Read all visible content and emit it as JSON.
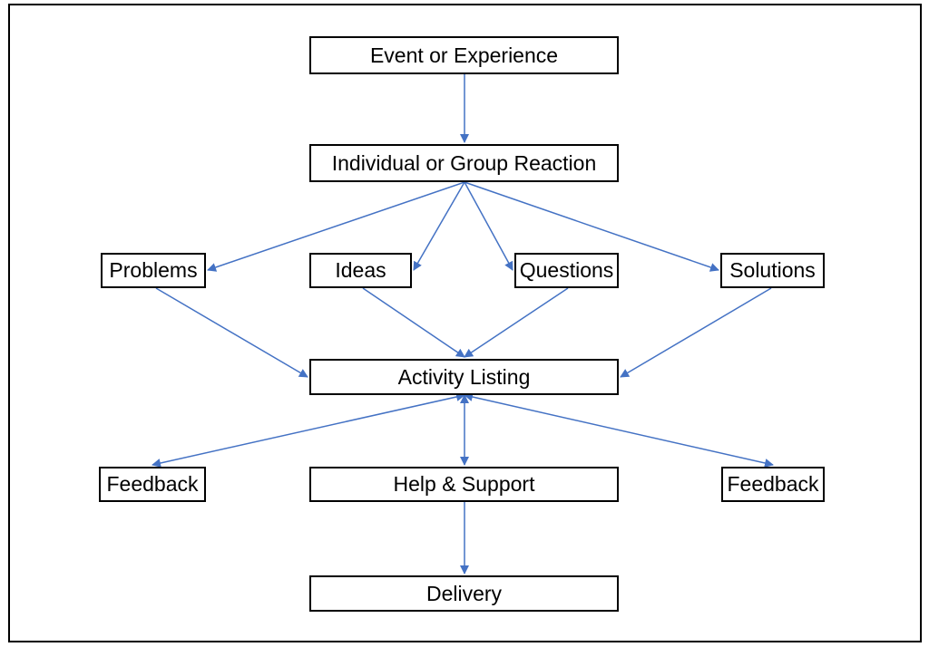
{
  "colors": {
    "arrow": "#4472C4",
    "box_border": "#000000",
    "text": "#000000"
  },
  "nodes": {
    "event": "Event or Experience",
    "reaction": "Individual or Group Reaction",
    "problems": "Problems",
    "ideas": "Ideas",
    "questions": "Questions",
    "solutions": "Solutions",
    "activity": "Activity Listing",
    "feedback_left": "Feedback",
    "help": "Help & Support",
    "feedback_right": "Feedback",
    "delivery": "Delivery"
  },
  "edges": [
    {
      "from": "event",
      "to": "reaction",
      "direction": "forward"
    },
    {
      "from": "reaction",
      "to": "problems",
      "direction": "forward"
    },
    {
      "from": "reaction",
      "to": "ideas",
      "direction": "forward"
    },
    {
      "from": "reaction",
      "to": "questions",
      "direction": "forward"
    },
    {
      "from": "reaction",
      "to": "solutions",
      "direction": "forward"
    },
    {
      "from": "problems",
      "to": "activity",
      "direction": "forward"
    },
    {
      "from": "ideas",
      "to": "activity",
      "direction": "forward"
    },
    {
      "from": "questions",
      "to": "activity",
      "direction": "forward"
    },
    {
      "from": "solutions",
      "to": "activity",
      "direction": "forward"
    },
    {
      "from": "activity",
      "to": "feedback_left",
      "direction": "both"
    },
    {
      "from": "activity",
      "to": "help",
      "direction": "both"
    },
    {
      "from": "activity",
      "to": "feedback_right",
      "direction": "both"
    },
    {
      "from": "help",
      "to": "delivery",
      "direction": "forward"
    }
  ]
}
